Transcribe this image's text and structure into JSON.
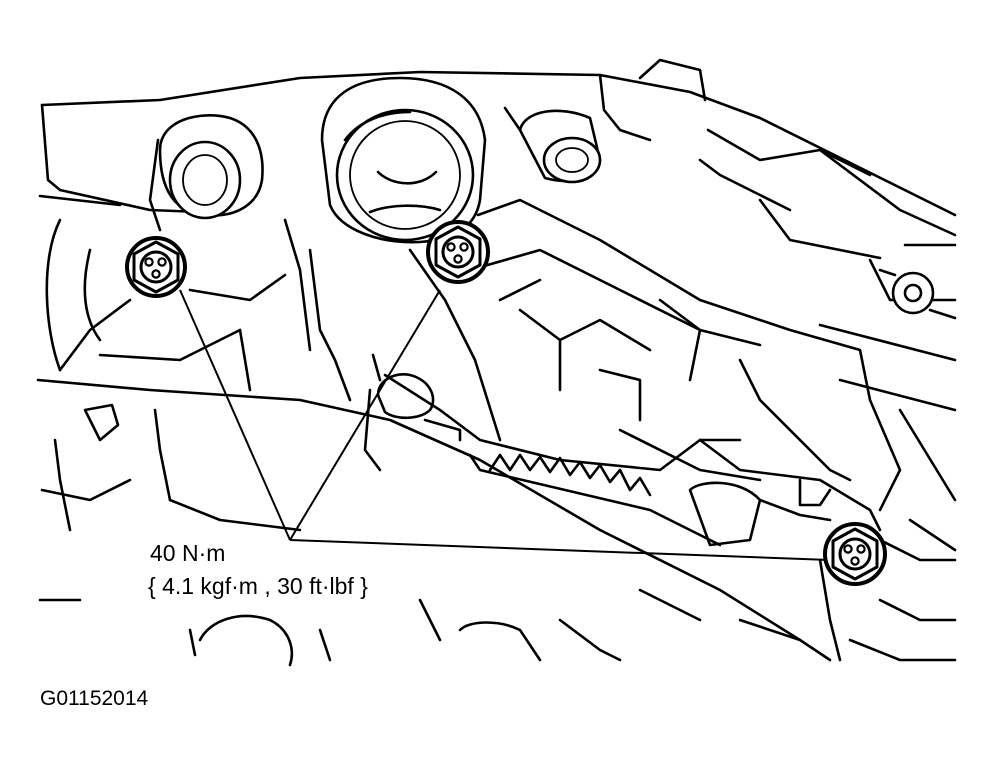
{
  "torque": {
    "value": "40 N·m",
    "conversion": "{ 4.1 kgf·m , 30 ft·lbf }"
  },
  "figure_id": "G01152014",
  "bolts": [
    "bolt-upper-left",
    "bolt-upper-center",
    "bolt-lower-right"
  ]
}
